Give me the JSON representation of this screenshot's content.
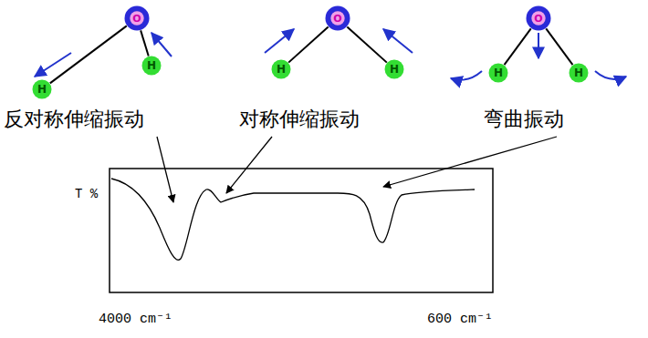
{
  "diagram": {
    "nodes": [
      {
        "text": [
          "O"
        ]
      },
      {
        "text": [
          "H"
        ]
      },
      {
        "text": [
          "H"
        ]
      },
      {
        "text": [
          "O"
        ]
      },
      {
        "text": [
          "H"
        ]
      },
      {
        "text": [
          "H"
        ]
      },
      {
        "text": [
          "O"
        ]
      },
      {
        "text": [
          "H"
        ]
      },
      {
        "text": [
          "H"
        ]
      }
    ],
    "edges": [
      {
        "from": 0,
        "to": 1,
        "arrow": "none"
      },
      {
        "from": 0,
        "to": 2,
        "arrow": "none"
      },
      {
        "from": 3,
        "to": 4,
        "arrow": "none"
      },
      {
        "from": 3,
        "to": 5,
        "arrow": "none"
      },
      {
        "from": 6,
        "to": 7,
        "arrow": "none"
      },
      {
        "from": 6,
        "to": 8,
        "arrow": "none"
      }
    ],
    "labels": [
      "反对称伸缩振动",
      "对称伸缩振动",
      "弯曲振动",
      "T %",
      "4000 cm⁻¹",
      "600 cm⁻¹"
    ]
  }
}
